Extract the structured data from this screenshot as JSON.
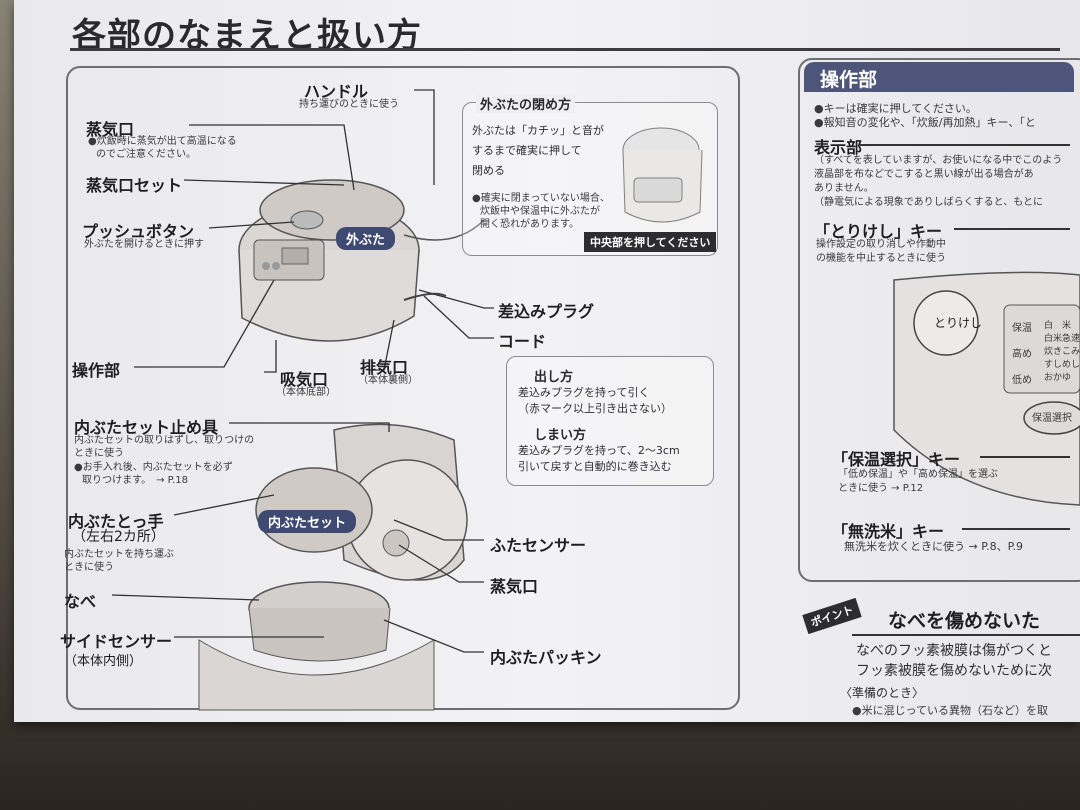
{
  "title": "各部のなまえと扱い方",
  "parts": {
    "handle": {
      "label": "ハンドル",
      "note": "持ち運びのときに使う"
    },
    "steam_port": {
      "label": "蒸気口",
      "note_line1": "●炊飯時に蒸気が出て高温になる",
      "note_line2": "のでご注意ください。"
    },
    "steam_port_set": {
      "label": "蒸気口セット"
    },
    "push_button": {
      "label": "プッシュボタン",
      "note": "外ぶたを開けるときに押す"
    },
    "outer_lid": {
      "label": "外ぶた"
    },
    "plug": {
      "label": "差込みプラグ"
    },
    "cord": {
      "label": "コード"
    },
    "control": {
      "label": "操作部"
    },
    "intake": {
      "label": "吸気口",
      "note": "（本体底部）"
    },
    "exhaust": {
      "label": "排気口",
      "note": "（本体裏側）"
    },
    "inner_lid_stopper": {
      "label": "内ぶたセット止め具",
      "note_line1": "内ぶたセットの取りはずし、取りつけの",
      "note_line2": "ときに使う",
      "note_line3": "●お手入れ後、内ぶたセットを必ず",
      "note_line4": "取りつけます。　→ P.18"
    },
    "inner_lid_handle": {
      "label": "内ぶたとっ手",
      "label2": "（左右2カ所）",
      "note_line1": "内ぶたセットを持ち運ぶ",
      "note_line2": "ときに使う"
    },
    "inner_lid_set": {
      "label": "内ぶたセット"
    },
    "pot": {
      "label": "なべ"
    },
    "side_sensor": {
      "label": "サイドセンサー",
      "note": "（本体内側）"
    },
    "lid_sensor": {
      "label": "ふたセンサー"
    },
    "steam_port2": {
      "label": "蒸気口"
    },
    "packing": {
      "label": "内ぶたパッキン"
    }
  },
  "closing_box": {
    "title": "外ぶたの閉め方",
    "line1": "外ぶたは「カチッ」と音が",
    "line2": "するまで確実に押して",
    "line3": "閉める",
    "note1": "●確実に閉まっていない場合、",
    "note2": "炊飯中や保温中に外ぶたが",
    "note3": "開く恐れがあります。",
    "tag": "中央部を押してください"
  },
  "cord_box": {
    "pull_title": "出し方",
    "pull_1": "差込みプラグを持って引く",
    "pull_2": "（赤マーク以上引き出さない）",
    "store_title": "しまい方",
    "store_1": "差込みプラグを持って、2～3cm",
    "store_2": "引いて戻すと自動的に巻き込む"
  },
  "right": {
    "header": "操作部",
    "bullet1": "●キーは確実に押してください。",
    "bullet2": "●報知音の変化や、「炊飯/再加熱」キー、「と",
    "display_title": "表示部",
    "display_1": "（すべてを表していますが、お使いになる中でこのよう",
    "display_2": "液晶部を布などでこすると黒い線が出る場合があ",
    "display_3": "ありません。",
    "display_4": "（静電気による現象でありしばらくすると、もとに",
    "cancel_title": "「とりけし」キー",
    "cancel_1": "操作設定の取り消しや作動中",
    "cancel_2": "の機能を中止するときに使う",
    "cancel_btn": "とりけし",
    "keep_title": "「保温選択」キー",
    "keep_1": "「低め保温」や「高め保温」を選ぶ",
    "keep_2": "ときに使う → P.12",
    "wash_title": "「無洗米」キー",
    "wash_1": "無洗米を炊くときに使う → P.8、P.9",
    "mini_keep": "保温",
    "mini_high": "高め",
    "mini_low": "低め",
    "mini_keepsel": "保温選択",
    "mini_c1": "白　米",
    "mini_c2": "白米急速",
    "mini_c3": "炊きこみ",
    "mini_c4": "すしめし",
    "mini_c5": "おかゆ",
    "point_tag": "ポイント",
    "point_title": "なべを傷めないた",
    "point_1": "なべのフッ素被膜は傷がつくと",
    "point_2": "フッ素被膜を傷めないために次",
    "prep": "〈準備のとき〉",
    "prep_1": "●米に混じっている異物（石など）を取"
  }
}
